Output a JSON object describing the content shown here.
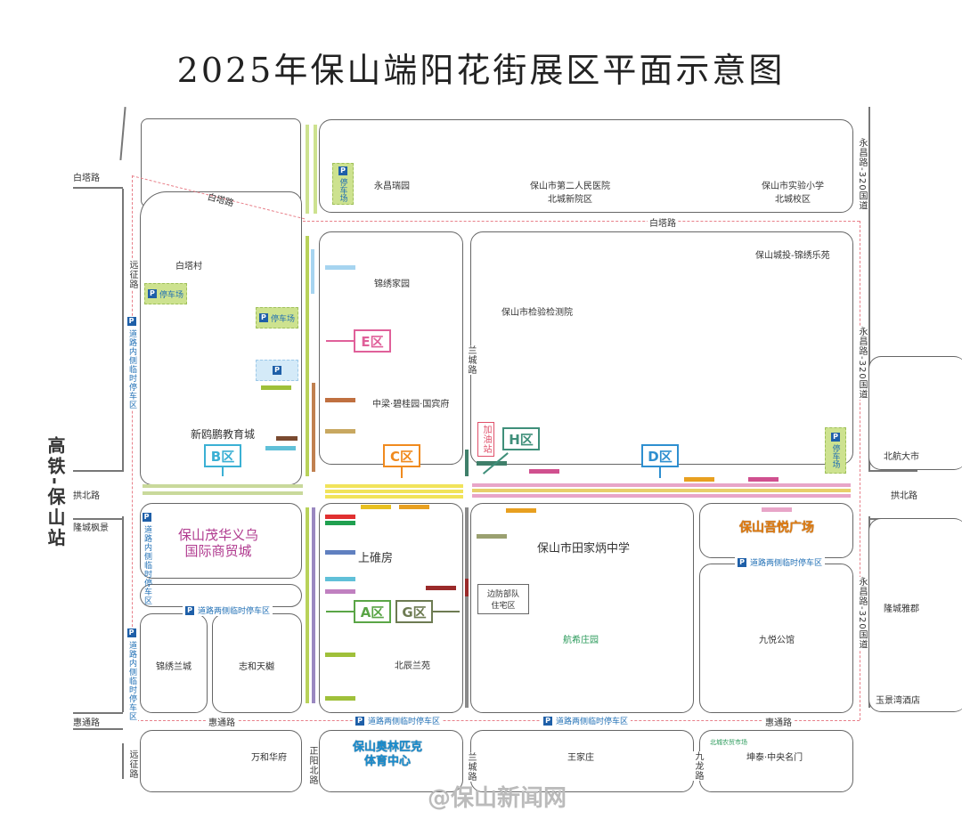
{
  "title": "2025年保山端阳花街展区平面示意图",
  "station_label": "高铁-保山站",
  "roads": {
    "baita_w": "白塔路",
    "baita_diag": "白塔路",
    "baita_e": "白塔路",
    "yuanzheng_n": "远征路",
    "yuanzheng_s": "远征路",
    "gongbei_w": "拱北路",
    "gongbei_e": "拱北路",
    "huitong_w": "惠通路",
    "huitong_mid": "惠通路",
    "huitong_e": "惠通路",
    "yongchang_n": "永昌路-320国道",
    "yongchang_mid": "永昌路-320国道",
    "yongchang_s": "永昌路-320国道",
    "lancheng_n": "兰城路",
    "lancheng_s": "兰城路",
    "zhengyang": "正阳北路",
    "jiulong": "九龙路"
  },
  "places": {
    "yongchang_ruiyuan": "永昌瑞园",
    "hospital": "保山市第二人民医院\n北城新院区",
    "school": "保山市实验小学\n北城校区",
    "baita_village": "白塔村",
    "jinxiu_jiayuan": "锦绣家园",
    "inspection": "保山市检验检测院",
    "chengtou": "保山城投-锦绣乐苑",
    "zhongliang": "中梁·碧桂园·国宾府",
    "xinoupeng": "新鸥鹏教育城",
    "maohua": "保山茂华义乌\n国际商贸城",
    "longcheng_fengjing": "隆城枫景",
    "shangduifang": "上碓房",
    "tianjiabing": "保山市田家炳中学",
    "wuyue": "保山吾悦广场",
    "beihang": "北航大市",
    "longcheng_yajun": "隆城雅郡",
    "border_defense": "边防部队\n住宅区",
    "hangxi": "航希庄园",
    "jiuyue": "九悦公馆",
    "yujingwan": "玉景湾酒店",
    "jinxiu_lancheng": "锦绣兰城",
    "zhihe": "志和天樾",
    "beichen": "北辰兰苑",
    "wanhe": "万和华府",
    "olympic": "保山奥林匹克\n体育中心",
    "wangjiazhuang": "王家庄",
    "kuntai": "坤泰·中央名门",
    "green_note": "北城农贸市场",
    "refuel": "加油站"
  },
  "parking": {
    "lot": "停车场",
    "p": "P",
    "roadside_both": "道路两侧临时停车区",
    "roadside_inner": "道路内侧临时停车区"
  },
  "zones": [
    {
      "id": "A",
      "label": "A区",
      "color": "#5aa546"
    },
    {
      "id": "B",
      "label": "B区",
      "color": "#3bb0d4"
    },
    {
      "id": "C",
      "label": "C区",
      "color": "#f08a1e"
    },
    {
      "id": "D",
      "label": "D区",
      "color": "#2e8fd0"
    },
    {
      "id": "E",
      "label": "E区",
      "color": "#e0609a"
    },
    {
      "id": "G",
      "label": "G区",
      "color": "#6d7b52"
    },
    {
      "id": "H",
      "label": "H区",
      "color": "#3f8f7a"
    }
  ],
  "colors": {
    "road_dash": "#e8808a",
    "parking_fill": "#cde28f",
    "parking_text": "#1f6fb5",
    "maohua_text": "#b03a8f",
    "wuyue_text": "#e07b10",
    "olympic_text": "#1a8ed0"
  },
  "watermark": "@保山新闻网"
}
